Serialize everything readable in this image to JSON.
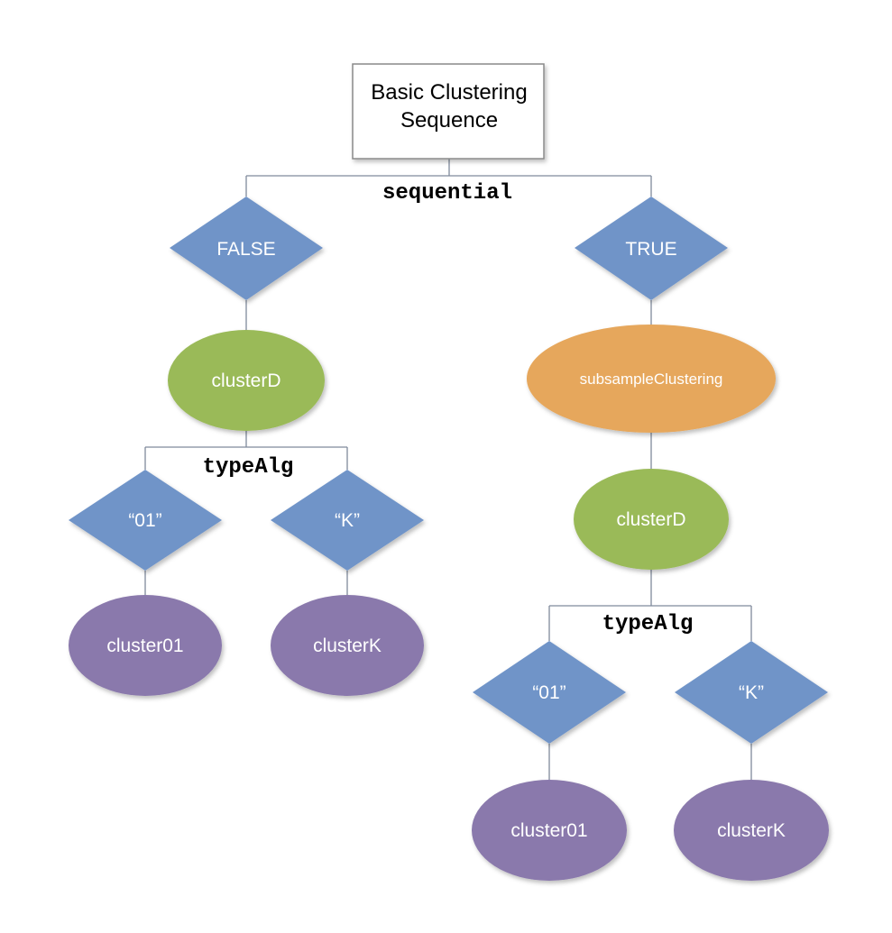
{
  "colors": {
    "diamond": "#7094c8",
    "green": "#9aba59",
    "orange": "#e6a75c",
    "purple": "#8a79ac",
    "root_border": "#8a8a8a"
  },
  "root": {
    "line1": "Basic Clustering",
    "line2": "Sequence"
  },
  "labels": {
    "sequential": "sequential",
    "typealg_left": "typeAlg",
    "typealg_right": "typeAlg"
  },
  "left": {
    "condition": "FALSE",
    "cluster_d": "clusterD",
    "opt_01": "“01”",
    "opt_k": "“K”",
    "result_01": "cluster01",
    "result_k": "clusterK"
  },
  "right": {
    "condition": "TRUE",
    "subsample": "subsampleClustering",
    "cluster_d": "clusterD",
    "opt_01": "“01”",
    "opt_k": "“K”",
    "result_01": "cluster01",
    "result_k": "clusterK"
  }
}
